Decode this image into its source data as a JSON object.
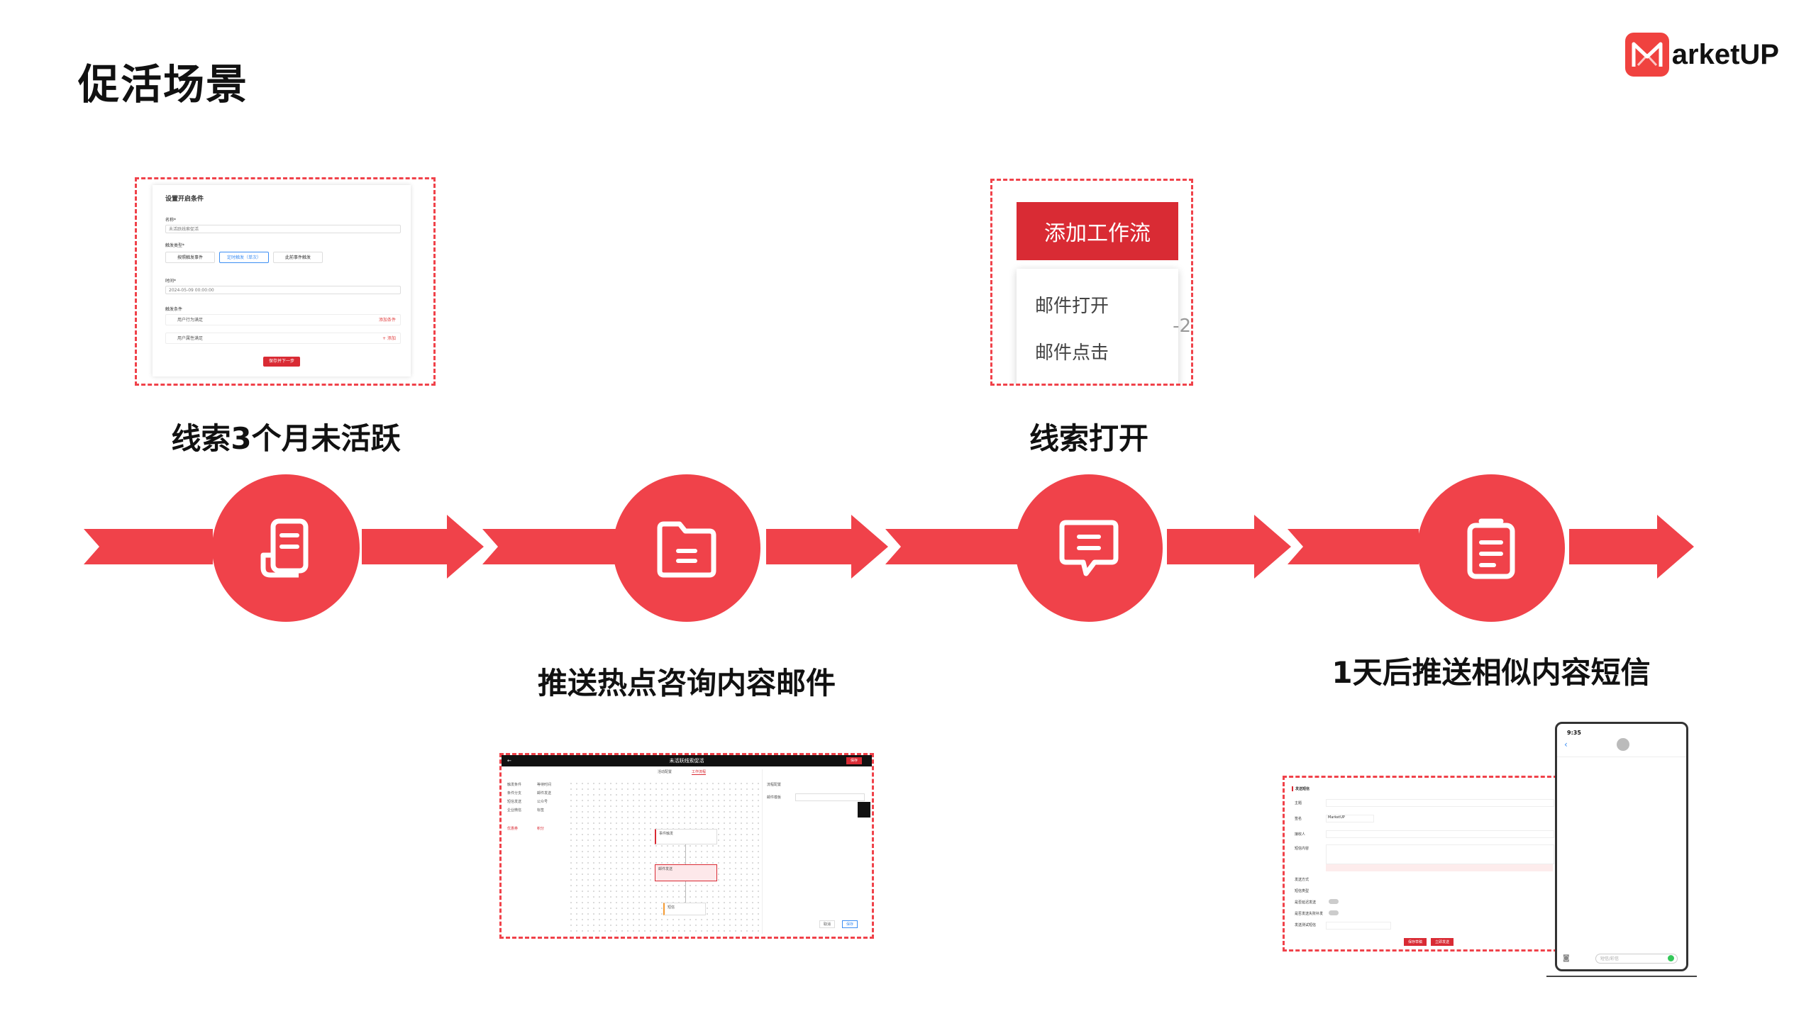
{
  "page": {
    "title": "促活场景"
  },
  "logo": {
    "text": "arketUP"
  },
  "colors": {
    "accent": "#f0424a",
    "accent_dark": "#d92b34"
  },
  "steps": [
    {
      "label": "线索3个月未活跃",
      "icon": "document-icon"
    },
    {
      "label": "推送热点咨询内容邮件",
      "icon": "folder-icon"
    },
    {
      "label": "线索打开",
      "icon": "message-icon"
    },
    {
      "label": "1天后推送相似内容短信",
      "icon": "clipboard-icon"
    }
  ],
  "thumb_form": {
    "title": "设置开启条件",
    "name_label": "名称*",
    "name_value": "未活跃线索促活",
    "type_label": "触发类型*",
    "options": [
      "按照触发事件",
      "定时触发（单次）",
      "此前事件触发"
    ],
    "time_label": "时间*",
    "time_value": "2024-05-09 00:00:00",
    "cond_label": "触发条件",
    "rows": [
      {
        "text": "用户行为满足",
        "action": "添加条件"
      },
      {
        "text": "用户属性满足",
        "action": "+ 添加"
      }
    ],
    "button": "保存并下一步"
  },
  "thumb_workflow": {
    "button": "添加工作流",
    "items": [
      "邮件打开",
      "邮件点击"
    ],
    "edge": "-2"
  },
  "thumb_canvas": {
    "title": "未活跃线索促活",
    "back": "←",
    "close": "保存",
    "tabs": [
      "活动配置",
      "工作流程"
    ],
    "left_items": [
      "触发条件",
      "等待时间",
      "条件分支",
      "邮件发送",
      "短信发送",
      "公众号",
      "企业微信",
      "标签",
      "优惠券",
      "积分"
    ],
    "nodes": [
      "事件触发",
      "邮件发送",
      "短信"
    ],
    "right_title": "流程配置",
    "right_label": "邮件模板",
    "footer": [
      "取消",
      "保存"
    ]
  },
  "thumb_sms": {
    "title": "发送短信",
    "fields": [
      "主题",
      "签名",
      "接收人",
      "短信内容",
      "发送方式",
      "短信类型",
      "是否延迟发送",
      "是否发送失败补发",
      "发送测试短信"
    ],
    "signature": "MarketUP",
    "buttons": [
      "保存草稿",
      "立即发送"
    ],
    "phone_time": "9:35",
    "phone_input": "短信/彩信"
  }
}
